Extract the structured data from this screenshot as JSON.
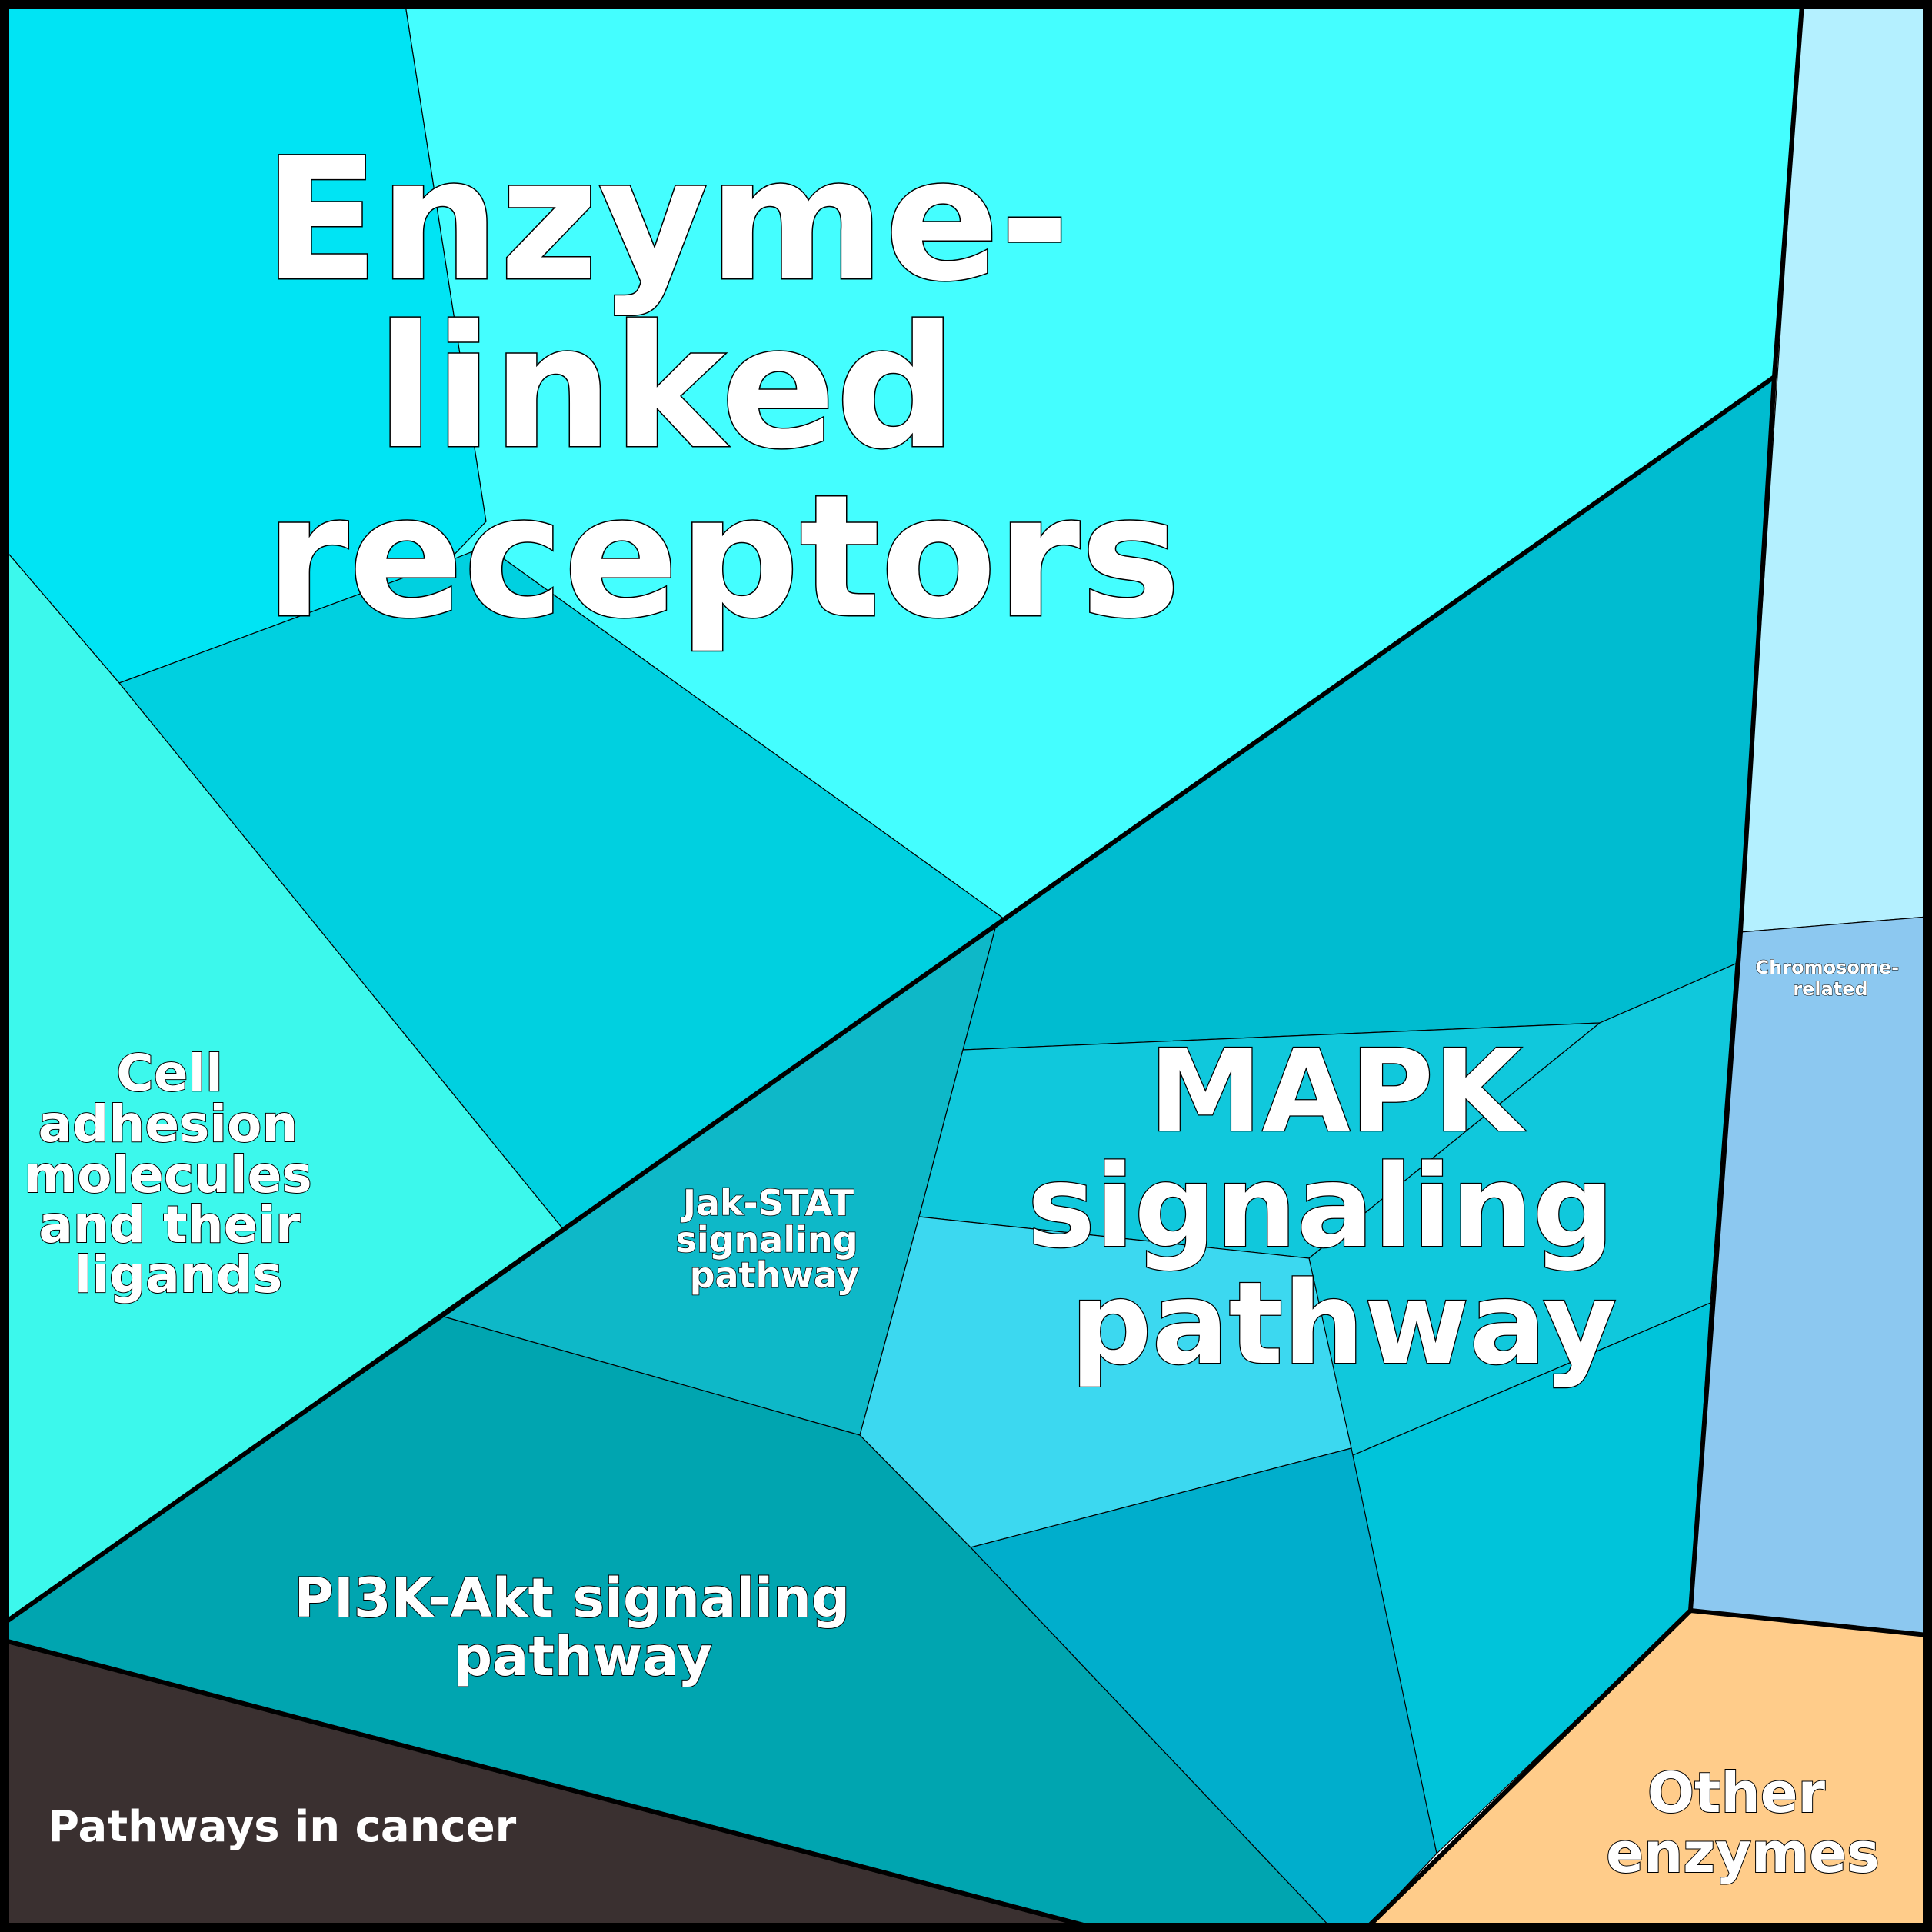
{
  "diagram": {
    "type": "voronoi-treemap",
    "labels": {
      "enzyme_linked": [
        "Enzyme-",
        "linked",
        "receptors"
      ],
      "cell_adhesion": [
        "Cell",
        "adhesion",
        "molecules",
        "and their",
        "ligands"
      ],
      "jak_stat": [
        "Jak-STAT",
        "signaling",
        "pathway"
      ],
      "mapk": [
        "MAPK",
        "signaling",
        "pathway"
      ],
      "pi3k": [
        "PI3K-Akt signaling",
        "pathway"
      ],
      "pathways_cancer": [
        "Pathways in cancer"
      ],
      "chromosome": [
        "Chromosome-",
        "related"
      ],
      "other_enzymes": [
        "Other",
        "enzymes"
      ]
    },
    "colors": {
      "cyan_bright": "#00e4f4",
      "cyan_light": "#44feff",
      "cyan_mid": "#00d0e0",
      "aqua": "#3cf8ec",
      "teal_mapk": "#00bcd0",
      "jak": "#0eb8c8",
      "pi3k": "#00a5b0",
      "mapk_inner": "#10c8dc",
      "light_blue": "#3cd8f0",
      "mapk_right": "#00c4da",
      "deep_blue": "#00aecc",
      "cancer": "#3a3030",
      "chromosome_top": "#b4f0ff",
      "chromosome": "#8cc8f0",
      "other_enzymes": "#ffcc8a"
    }
  }
}
